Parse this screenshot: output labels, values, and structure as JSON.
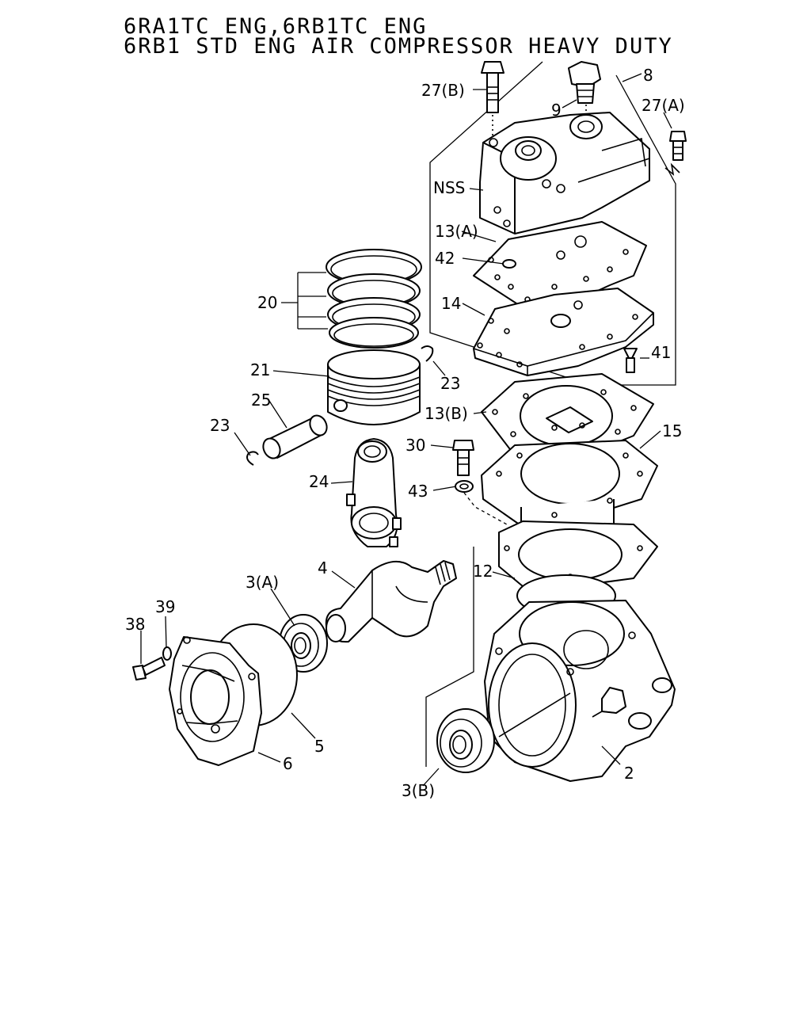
{
  "title": {
    "line1": "6RA1TC ENG,6RB1TC ENG",
    "line2": "6RB1 STD ENG AIR COMPRESSOR HEAVY DUTY"
  },
  "callouts": {
    "c2": "2",
    "c3a": "3(A)",
    "c3b": "3(B)",
    "c4": "4",
    "c5": "5",
    "c6": "6",
    "c8": "8",
    "c9": "9",
    "c12": "12",
    "c13a": "13(A)",
    "c13b": "13(B)",
    "c14": "14",
    "c15": "15",
    "c20": "20",
    "c21": "21",
    "c23a": "23",
    "c23b": "23",
    "c24": "24",
    "c25": "25",
    "c27a": "27(A)",
    "c27b": "27(B)",
    "c30": "30",
    "c38": "38",
    "c39": "39",
    "c41": "41",
    "c42": "42",
    "c43": "43",
    "cnss": "NSS"
  }
}
